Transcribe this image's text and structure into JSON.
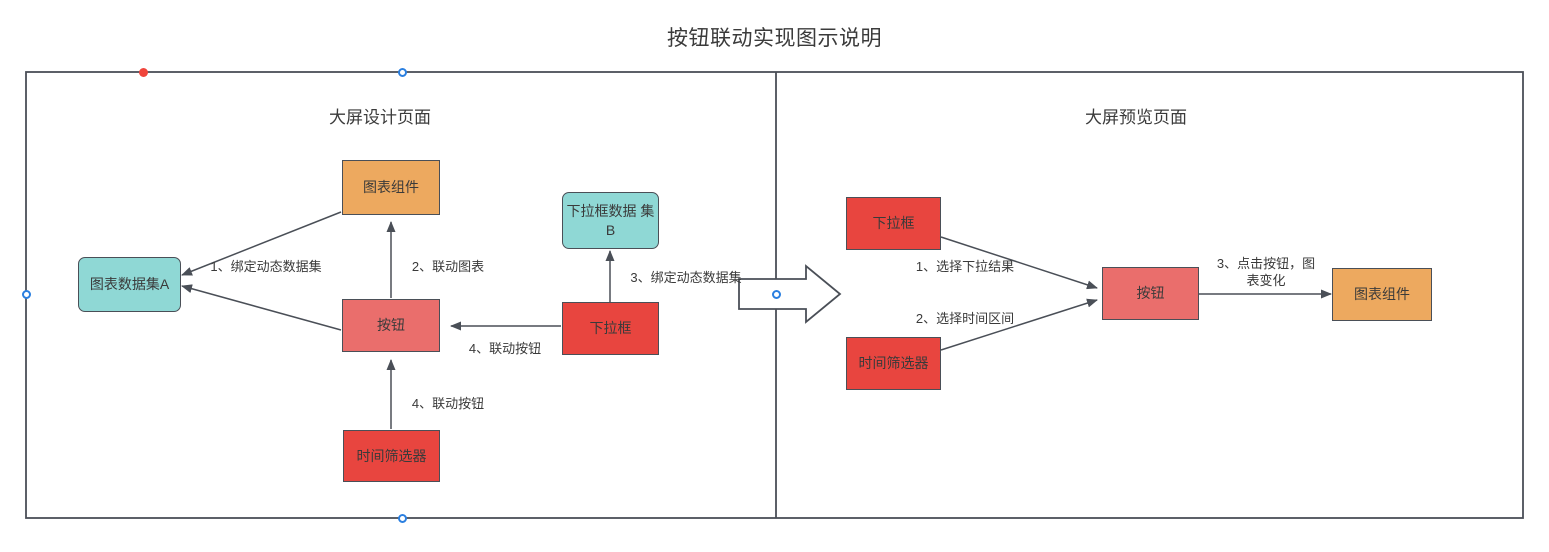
{
  "title": "按钮联动实现图示说明",
  "theme": {
    "frame_stroke": "#4a4f57",
    "cyan": "#8fd8d5",
    "orange": "#eda95f",
    "red": "#e8453f",
    "salmon": "#ea6e6c",
    "handle_blue": "#2a7fe0",
    "handle_red": "#f0453c",
    "text": "#3a3a3a",
    "background": "#ffffff"
  },
  "panels": {
    "left": {
      "title": "大屏设计页面"
    },
    "right": {
      "title": "大屏预览页面"
    }
  },
  "left_nodes": {
    "chart_component": "图表组件",
    "chart_dataset_a": "图表数据集A",
    "dropdown_dataset_b": "下拉框数据\n集B",
    "button": "按钮",
    "dropdown": "下拉框",
    "time_filter": "时间筛选器"
  },
  "left_labels": {
    "bind_dynamic_dataset_1": "1、绑定动态数据集",
    "link_chart_2": "2、联动图表",
    "bind_dynamic_dataset_3": "3、绑定动态数据集",
    "link_button_4a": "4、联动按钮",
    "link_button_4b": "4、联动按钮"
  },
  "right_nodes": {
    "dropdown": "下拉框",
    "time_filter": "时间筛选器",
    "button": "按钮",
    "chart_component": "图表组件"
  },
  "right_labels": {
    "select_dropdown_result_1": "1、选择下拉结果",
    "select_time_range_2": "2、选择时间区间",
    "click_button_chart_changes_3": "3、点击按钮，图\n表变化"
  },
  "icons": {
    "flow_arrow": "block-right-arrow-icon",
    "resize_handle": "resize-handle-icon",
    "rotate_handle": "rotate-handle-icon"
  }
}
